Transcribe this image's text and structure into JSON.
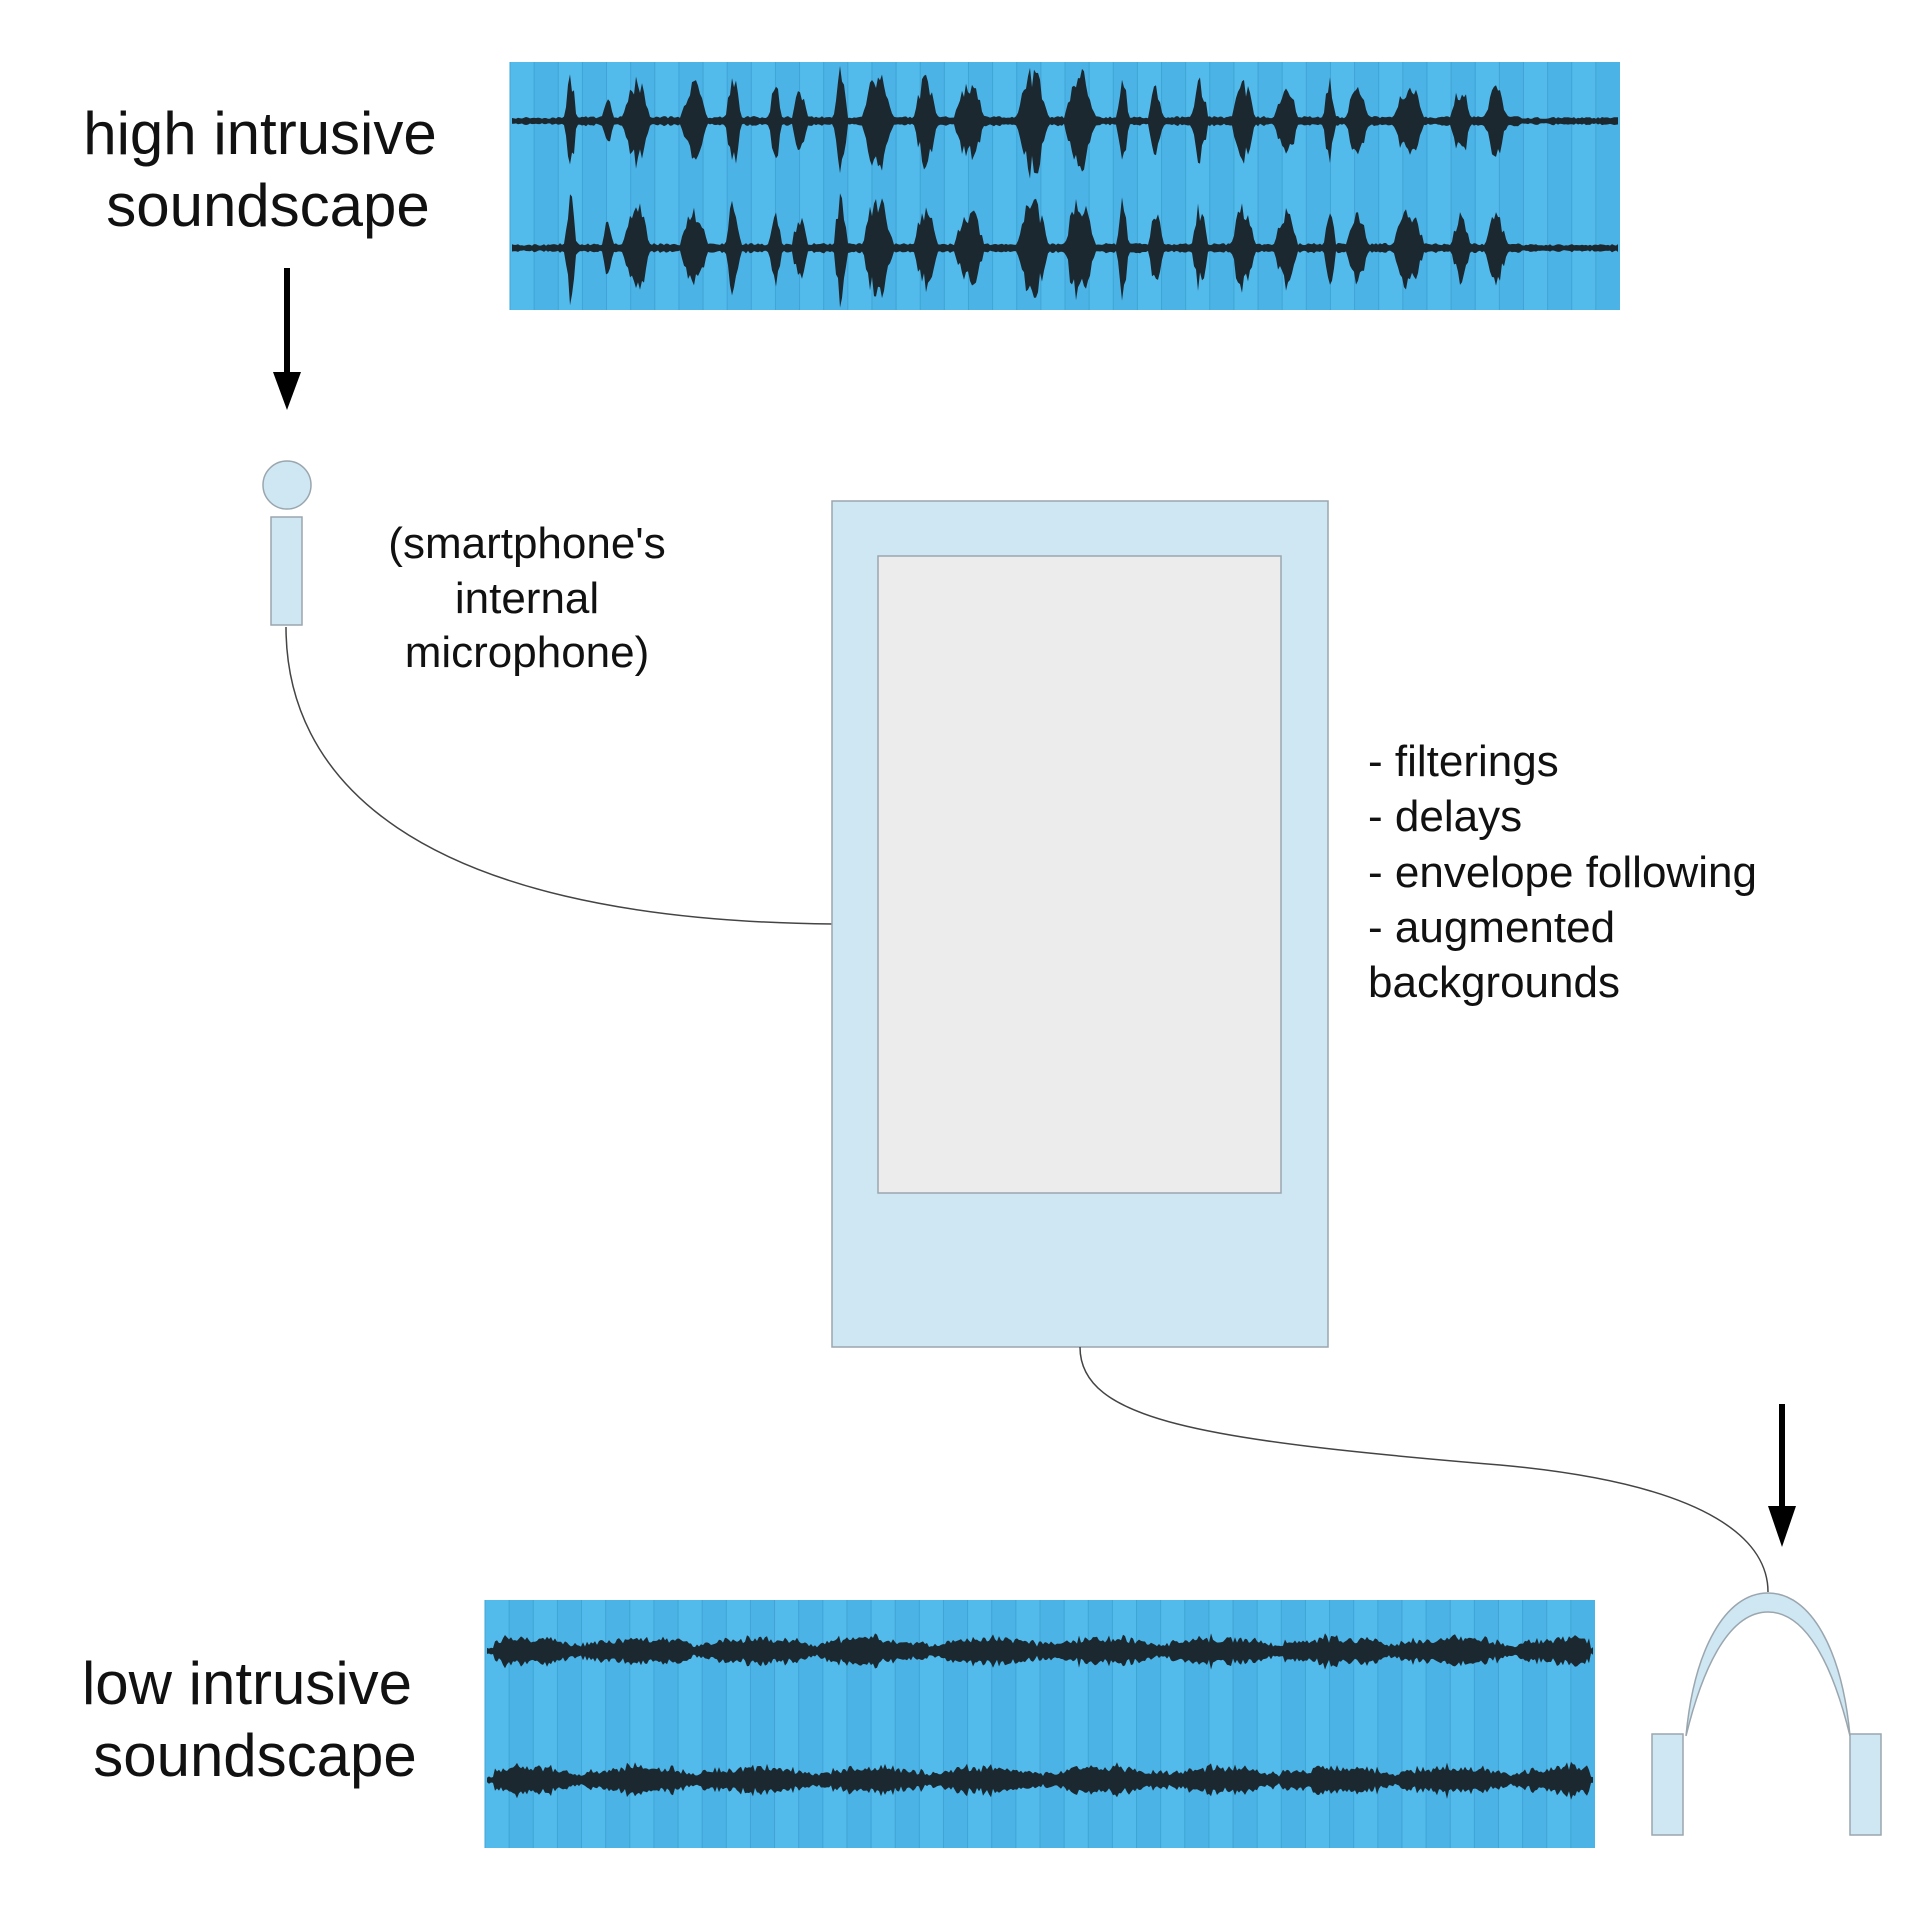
{
  "labels": {
    "high_line1": "high intrusive",
    "high_line2": "soundscape",
    "low_line1": "low intrusive",
    "low_line2": "soundscape",
    "mic_line1": "(smartphone's",
    "mic_line2": "internal",
    "mic_line3": "microphone)"
  },
  "processing": [
    "- filterings",
    "- delays",
    "- envelope following",
    "- augmented",
    "backgrounds"
  ],
  "colors": {
    "waveform_background": "#4fb8ea",
    "waveform_ink": "#1b2830",
    "device_body": "#cfe6f3",
    "device_screen": "#ececec",
    "outline": "#9aa6ae",
    "arrow": "#000000"
  },
  "icons": {
    "microphone": "microphone-icon",
    "smartphone": "smartphone-icon",
    "headphones": "headphones-icon"
  }
}
